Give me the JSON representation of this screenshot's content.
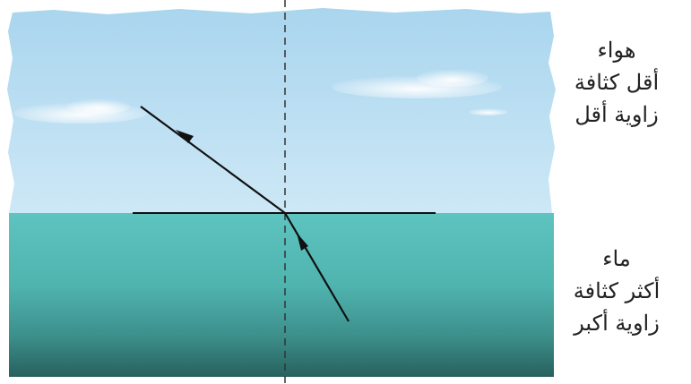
{
  "air": {
    "medium": "هواء",
    "density": "أقل كثافة",
    "angle": "زاوية أقل"
  },
  "water": {
    "medium": "ماء",
    "density": "أكثر كثافة",
    "angle": "زاوية أكبر"
  },
  "colors": {
    "sky_top": "#a9d5ee",
    "sky_bottom": "#cde8f6",
    "water_top": "#5ec4c0",
    "water_mid": "#4fb3ae",
    "water_bottom": "#27615e",
    "ray": "#111111",
    "normal": "#333333"
  }
}
